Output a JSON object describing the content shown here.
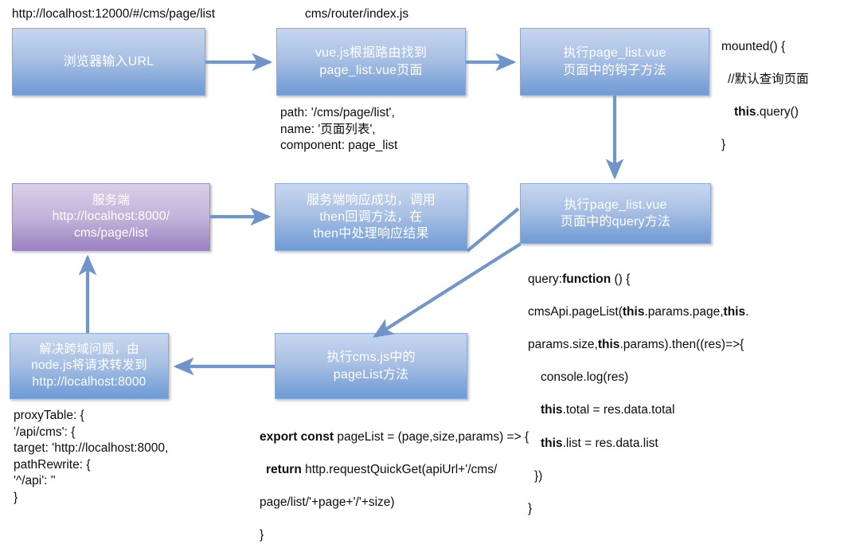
{
  "diagram": {
    "title": "Vue CMS page list request flow",
    "accent_blue": "#6f9bd5",
    "accent_purple": "#9c82c0",
    "text_color": "#0d0d0d"
  },
  "labels": {
    "browser_url": "http://localhost:12000/#/cms/page/list",
    "router_file": "cms/router/index.js"
  },
  "nodes": {
    "browser": {
      "text": "浏览器输入URL",
      "color": "blue"
    },
    "router": {
      "text": "vue.js根据路由找到\npage_list.vue页面",
      "color": "blue"
    },
    "hook": {
      "text": "执行page_list.vue\n页面中的钩子方法",
      "color": "blue"
    },
    "query": {
      "text": "执行page_list.vue\n页面中的query方法",
      "color": "blue"
    },
    "server": {
      "text": "服务端\nhttp://localhost:8000/\ncms/page/list",
      "color": "purple"
    },
    "then": {
      "text": "服务端响应成功，调用\nthen回调方法，在\nthen中处理响应结果",
      "color": "blue"
    },
    "cmsjs": {
      "text": "执行cms.js中的\npageList方法",
      "color": "blue"
    },
    "proxy": {
      "text": "解决跨域问题，由\nnode.js将请求转发到\nhttp://localhost:8000",
      "color": "blue"
    }
  },
  "snippets": {
    "router_config": "path: '/cms/page/list',\nname: '页面列表',\ncomponent: page_list",
    "mounted_line1": "mounted() {",
    "mounted_line2": "//默认查询页面",
    "mounted_line3_bold": "this",
    "mounted_line3_rest": ".query()",
    "mounted_line4": "}",
    "query_l1_a": "query:",
    "query_l1_b": "function",
    "query_l1_c": " () {",
    "query_l2_a": "cmsApi.pageList(",
    "query_l2_b": "this",
    "query_l2_c": ".params.page,",
    "query_l2_d": "this",
    "query_l2_e": ".",
    "query_l3_a": "params.size,",
    "query_l3_b": "this",
    "query_l3_c": ".params).then((res)=>{",
    "query_l4": "console.log(res)",
    "query_l5_b": "this",
    "query_l5_r": ".total = res.data.total",
    "query_l6_b": "this",
    "query_l6_r": ".list = res.data.list",
    "query_l7": "})",
    "query_l8": "}",
    "proxy_config": "proxyTable: {\n'/api/cms': {\ntarget: 'http://localhost:8000,\npathRewrite: {\n  '^/api': ''\n}",
    "cms_l1_b": "export const",
    "cms_l1_r": " pageList = (page,size,params) => {",
    "cms_l2_b": "return",
    "cms_l2_r": " http.requestQuickGet(apiUrl+'/cms/",
    "cms_l3": "page/list/'+page+'/'+size)",
    "cms_l4": "}"
  }
}
